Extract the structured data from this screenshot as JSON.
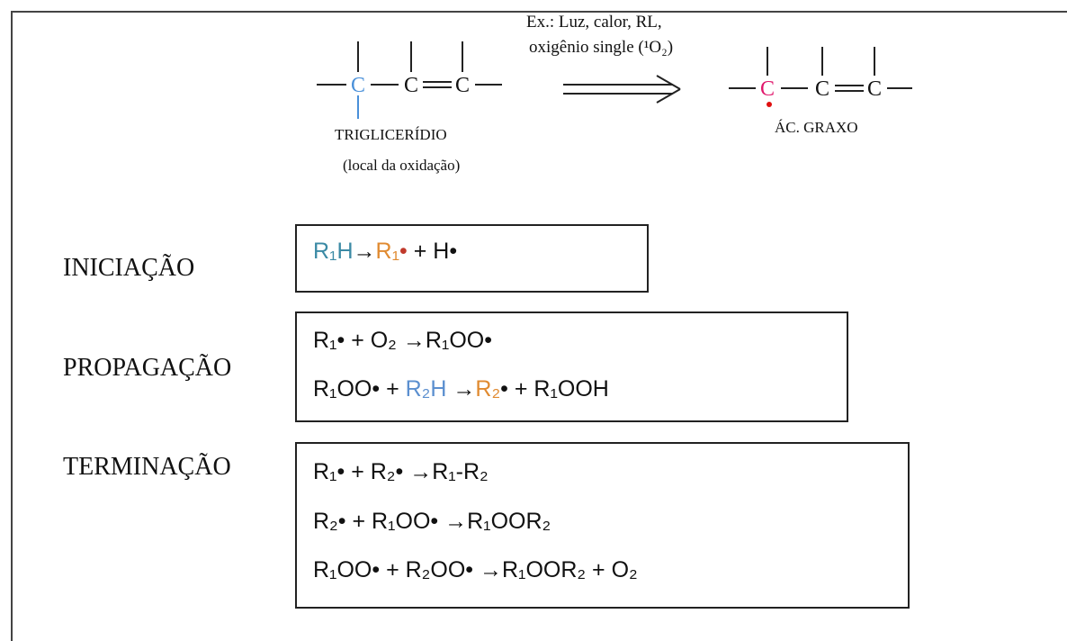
{
  "reaction_header": {
    "left_structure": {
      "atoms": [
        "C",
        "C",
        "C"
      ],
      "name": "TRIGLICERÍDIO",
      "note": "(local da oxidação)",
      "highlight_color": "#4a90d9"
    },
    "conditions": {
      "line1": "Ex.: Luz, calor, RL,",
      "line2": "oxigênio single (¹O₂)"
    },
    "right_structure": {
      "atoms": [
        "C",
        "C",
        "C"
      ],
      "name": "ÁC. GRAXO",
      "highlight_color": "#e0186c",
      "radical_dot_color": "#e01010"
    }
  },
  "stages": {
    "initiation": {
      "label": "INICIAÇÃO",
      "eq1": {
        "reactant": "R₁H",
        "arrow": "→",
        "product": "R₁",
        "dot": "•",
        "rest": " + H•"
      }
    },
    "propagation": {
      "label": "PROPAGAÇÃO",
      "eq1": "R₁• + O₂   →R₁OO•",
      "eq2": {
        "a": "R₁OO• + ",
        "b": "R₂H",
        "c": "  →",
        "d": "R₂",
        "e": "• + R₁OOH"
      }
    },
    "termination": {
      "label": "TERMINAÇÃO",
      "eq1": "R₁• + R₂•   →R₁-R₂",
      "eq2": "R₂• + R₁OO•  →R₁OOR₂",
      "eq3": "R₁OO• + R₂OO•  →R₁OOR₂ + O₂"
    }
  },
  "colors": {
    "r1h": "#3b8aa5",
    "r2h": "#5b8fcf",
    "radical_product": "#e08a30"
  }
}
